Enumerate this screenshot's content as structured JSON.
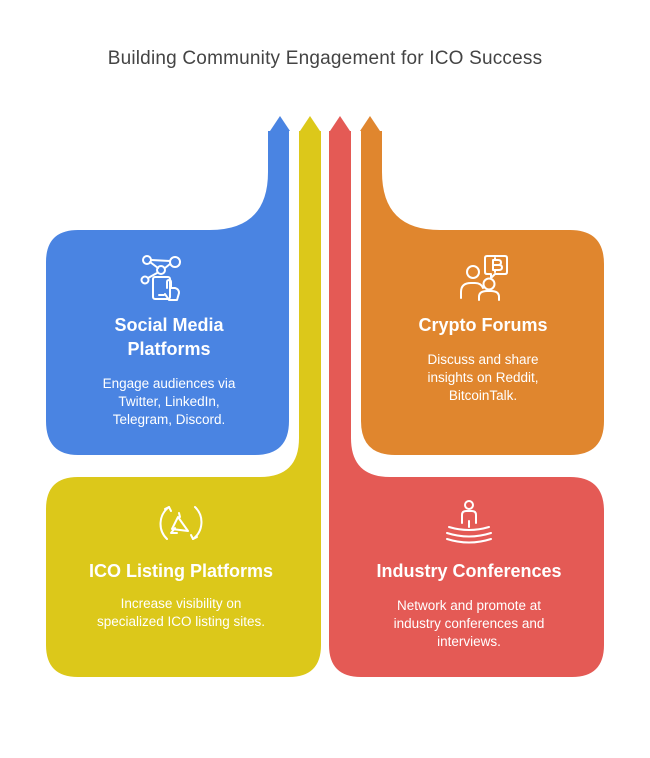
{
  "title": "Building Community Engagement for ICO Success",
  "colors": {
    "blue": "#4A84E2",
    "yellow": "#DCC81A",
    "red": "#E45A55",
    "orange": "#E0862E"
  },
  "cards": {
    "social": {
      "title": "Social Media Platforms",
      "title_line1": "Social Media",
      "title_line2": "Platforms",
      "desc_line1": "Engage audiences via",
      "desc_line2": "Twitter, LinkedIn,",
      "desc_line3": "Telegram, Discord.",
      "icon": "social-network-phone-icon"
    },
    "forums": {
      "title": "Crypto Forums",
      "desc_line1": "Discuss and share",
      "desc_line2": "insights on Reddit,",
      "desc_line3": "BitcoinTalk.",
      "icon": "bitcoin-discussion-icon"
    },
    "listing": {
      "title": "ICO Listing Platforms",
      "desc_line1": "Increase visibility on",
      "desc_line2": "specialized ICO listing sites.",
      "icon": "rotating-megaphone-icon"
    },
    "conferences": {
      "title": "Industry Conferences",
      "desc_line1": "Network and promote at",
      "desc_line2": "industry conferences and",
      "desc_line3": "interviews.",
      "icon": "speaker-podium-icon"
    }
  }
}
